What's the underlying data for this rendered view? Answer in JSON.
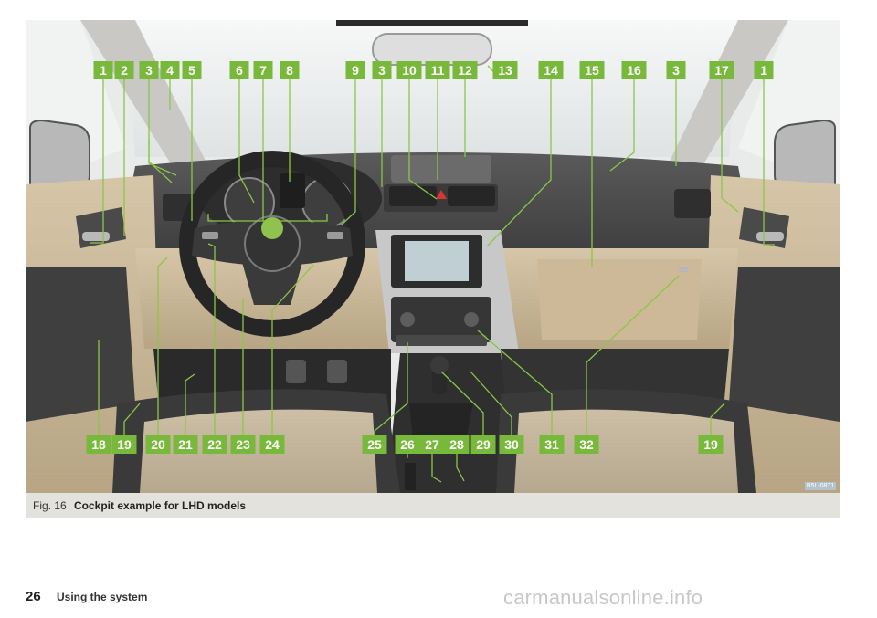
{
  "figure": {
    "image_code": "B5L-0871",
    "callouts_top": [
      "1",
      "2",
      "3",
      "4",
      "5",
      "6",
      "7",
      "8",
      "9",
      "3",
      "10",
      "11",
      "12",
      "13",
      "14",
      "15",
      "16",
      "3",
      "17",
      "1"
    ],
    "callouts_bottom": [
      "18",
      "19",
      "20",
      "21",
      "22",
      "23",
      "24",
      "25",
      "26",
      "27",
      "28",
      "29",
      "30",
      "31",
      "32",
      "19"
    ],
    "colors": {
      "callout_green": "#78b83a",
      "leader_green": "#8cc646",
      "caption_bg": "#e4e2dd"
    }
  },
  "caption": {
    "number": "Fig. 16",
    "title": "Cockpit example for LHD models"
  },
  "footer": {
    "page_number": "26",
    "section": "Using the system"
  },
  "watermark": "carmanualsonline.info"
}
